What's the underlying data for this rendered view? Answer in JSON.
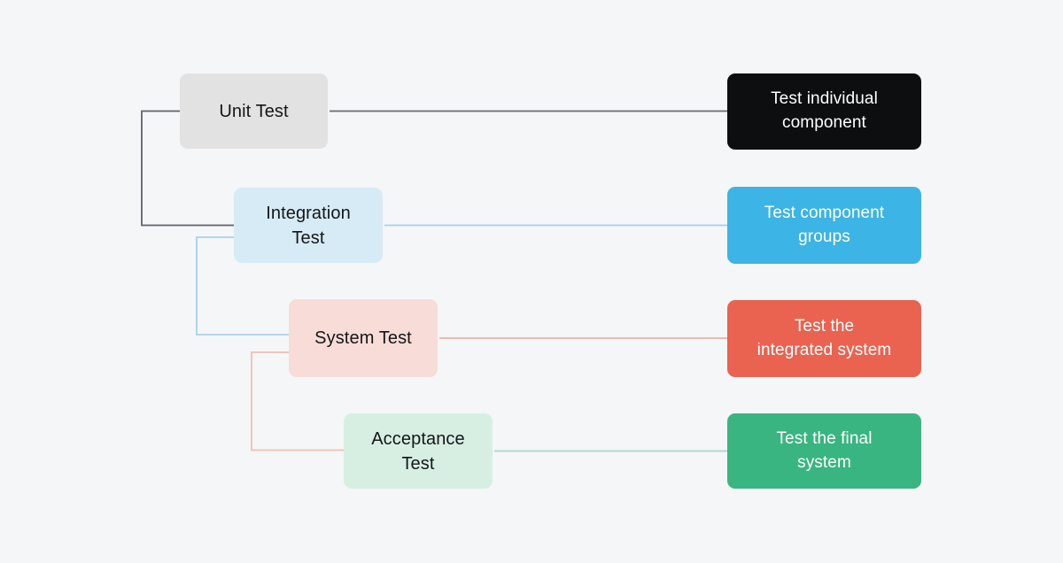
{
  "background_color": "#f5f6f8",
  "stages": [
    {
      "name": "Unit Test",
      "lines": [
        "Unit Test",
        ""
      ],
      "fill": "#e2e2e3",
      "text_color": "#141518"
    },
    {
      "name": "Integration Test",
      "lines": [
        "Integration",
        "Test"
      ],
      "fill": "#d6ebf5",
      "text_color": "#141518"
    },
    {
      "name": "System Test",
      "lines": [
        "System Test",
        ""
      ],
      "fill": "#f8dcd7",
      "text_color": "#141518"
    },
    {
      "name": "Acceptance Test",
      "lines": [
        "Acceptance",
        "Test"
      ],
      "fill": "#d7efe3",
      "text_color": "#141518"
    }
  ],
  "descriptions": [
    {
      "name": "Test individual component",
      "lines": [
        "Test individual",
        "component"
      ],
      "fill": "#0d0e10",
      "text_color": "#ffffff"
    },
    {
      "name": "Test component groups",
      "lines": [
        "Test component",
        "groups"
      ],
      "fill": "#3cb4e5",
      "text_color": "#ffffff"
    },
    {
      "name": "Test the integrated system",
      "lines": [
        "Test the",
        "integrated system"
      ],
      "fill": "#e96350",
      "text_color": "#ffffff"
    },
    {
      "name": "Test the final system",
      "lines": [
        "Test the final",
        "system"
      ],
      "fill": "#39b581",
      "text_color": "#ffffff"
    }
  ],
  "connectors": {
    "cascade": [
      {
        "from": "Unit Test",
        "to": "Integration Test",
        "color": "#5f6369"
      },
      {
        "from": "Integration Test",
        "to": "System Test",
        "color": "#a5d3e8"
      },
      {
        "from": "System Test",
        "to": "Acceptance Test",
        "color": "#edc0b2"
      }
    ],
    "arrows": [
      {
        "from": "Test individual component",
        "to": "Unit Test",
        "color": "#686c71"
      },
      {
        "from": "Test component groups",
        "to": "Integration Test",
        "color": "#a2d1e7"
      },
      {
        "from": "Test the integrated system",
        "to": "System Test",
        "color": "#e8b2a4"
      },
      {
        "from": "Test the final system",
        "to": "Acceptance Test",
        "color": "#a8d7c3"
      }
    ]
  }
}
